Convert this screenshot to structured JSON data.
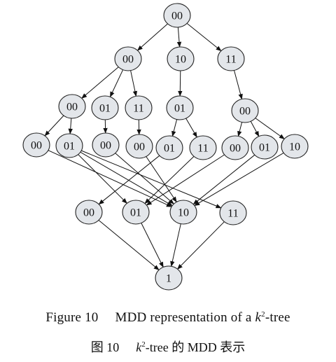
{
  "diagram": {
    "nodes": [
      {
        "id": "r",
        "label": "00"
      },
      {
        "id": "a0",
        "label": "00"
      },
      {
        "id": "a1",
        "label": "10"
      },
      {
        "id": "a2",
        "label": "11"
      },
      {
        "id": "b0",
        "label": "00"
      },
      {
        "id": "b1",
        "label": "01"
      },
      {
        "id": "b2",
        "label": "11"
      },
      {
        "id": "b3",
        "label": "01"
      },
      {
        "id": "b4",
        "label": "00"
      },
      {
        "id": "c0",
        "label": "00"
      },
      {
        "id": "c1",
        "label": "01"
      },
      {
        "id": "c2",
        "label": "00"
      },
      {
        "id": "c3",
        "label": "00"
      },
      {
        "id": "c4",
        "label": "01"
      },
      {
        "id": "c5",
        "label": "11"
      },
      {
        "id": "c6",
        "label": "00"
      },
      {
        "id": "c7",
        "label": "01"
      },
      {
        "id": "c8",
        "label": "10"
      },
      {
        "id": "d0",
        "label": "00"
      },
      {
        "id": "d1",
        "label": "01"
      },
      {
        "id": "d2",
        "label": "10"
      },
      {
        "id": "d3",
        "label": "11"
      },
      {
        "id": "t",
        "label": "1"
      }
    ],
    "edges": [
      [
        "r",
        "a0"
      ],
      [
        "r",
        "a1"
      ],
      [
        "r",
        "a2"
      ],
      [
        "a0",
        "b0"
      ],
      [
        "a0",
        "b1"
      ],
      [
        "a0",
        "b2"
      ],
      [
        "a1",
        "b3"
      ],
      [
        "a2",
        "b4"
      ],
      [
        "b0",
        "c0"
      ],
      [
        "b0",
        "c1"
      ],
      [
        "b1",
        "c2"
      ],
      [
        "b2",
        "c3"
      ],
      [
        "b3",
        "c4"
      ],
      [
        "b3",
        "c5"
      ],
      [
        "b4",
        "c6"
      ],
      [
        "b4",
        "c7"
      ],
      [
        "b4",
        "c8"
      ],
      [
        "c0",
        "d2"
      ],
      [
        "c1",
        "d1"
      ],
      [
        "c1",
        "d2"
      ],
      [
        "c1",
        "d3"
      ],
      [
        "c2",
        "d2"
      ],
      [
        "c3",
        "d2"
      ],
      [
        "c4",
        "d0"
      ],
      [
        "c5",
        "d1"
      ],
      [
        "c6",
        "d1"
      ],
      [
        "c7",
        "d2"
      ],
      [
        "c8",
        "d2"
      ],
      [
        "d0",
        "t"
      ],
      [
        "d1",
        "t"
      ],
      [
        "d2",
        "t"
      ],
      [
        "d3",
        "t"
      ]
    ]
  },
  "caption_en": {
    "prefix": "Figure 10",
    "text": "MDD representation of a",
    "var": "k",
    "sup": "2",
    "suffix": "-tree"
  },
  "caption_zh": {
    "prefix": "图 10",
    "var": "k",
    "sup": "2",
    "suffix": "-tree 的 MDD 表示"
  }
}
